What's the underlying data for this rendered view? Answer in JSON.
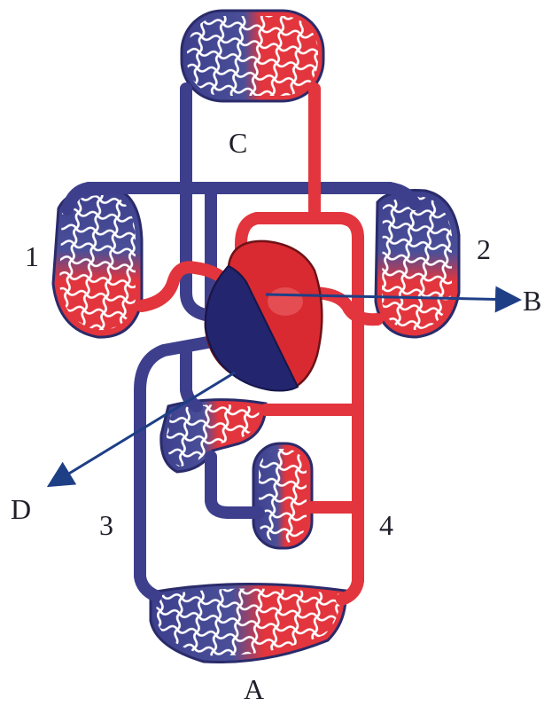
{
  "labels": {
    "top": "C",
    "left_lung": "1",
    "right_lung": "2",
    "vein_left": "3",
    "artery_right": "4",
    "bottom": "A",
    "arrow_right": "B",
    "arrow_left": "D"
  },
  "colors": {
    "deoxygenated": "#3d3f8c",
    "oxygenated": "#e2353d",
    "heart_red": "#d82a30",
    "heart_blue": "#23256e",
    "vessel_outline": "#6e1218",
    "arrow": "#1e3f86",
    "background": "#ffffff"
  }
}
